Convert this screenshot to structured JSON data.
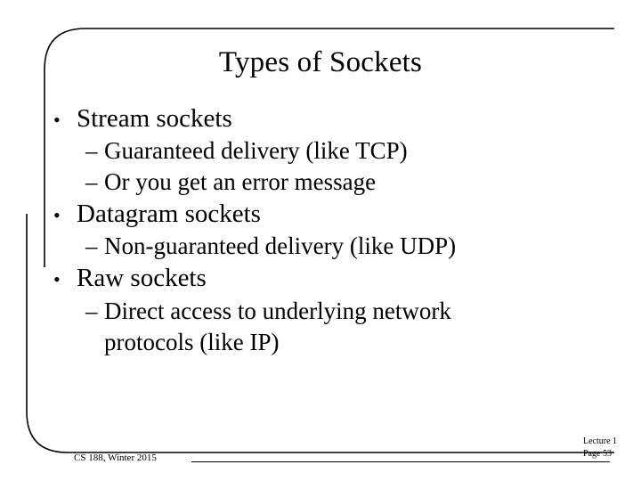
{
  "slide": {
    "title": "Types of Sockets",
    "bullets": [
      {
        "level": 1,
        "marker": "•",
        "text": "Stream sockets"
      },
      {
        "level": 2,
        "marker": "–",
        "text": "Guaranteed delivery (like TCP)"
      },
      {
        "level": 2,
        "marker": "–",
        "text": "Or you get an error message"
      },
      {
        "level": 1,
        "marker": "•",
        "text": "Datagram sockets"
      },
      {
        "level": 2,
        "marker": "–",
        "text": "Non-guaranteed delivery (like UDP)"
      },
      {
        "level": 1,
        "marker": "•",
        "text": "Raw sockets"
      },
      {
        "level": 2,
        "marker": "–",
        "text": "Direct access to underlying network"
      },
      {
        "level": 2,
        "marker": "",
        "text": "protocols (like IP)"
      }
    ],
    "footer": {
      "course": "CS 188, Winter 2015",
      "lecture": "Lecture 1",
      "page": "Page 53"
    }
  }
}
